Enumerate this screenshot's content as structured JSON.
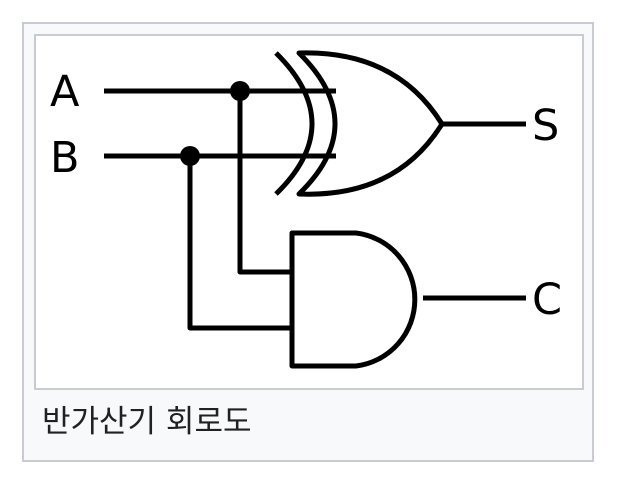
{
  "figure": {
    "caption": "반가산기 회로도",
    "inputs": {
      "a": "A",
      "b": "B"
    },
    "outputs": {
      "sum": "S",
      "carry": "C"
    },
    "gates": [
      "xor-gate",
      "and-gate"
    ],
    "colors": {
      "frame_background": "#f8f9fa",
      "frame_border": "#c8ccd1",
      "image_background": "#ffffff",
      "wire": "#000000",
      "caption_text": "#202122"
    }
  }
}
